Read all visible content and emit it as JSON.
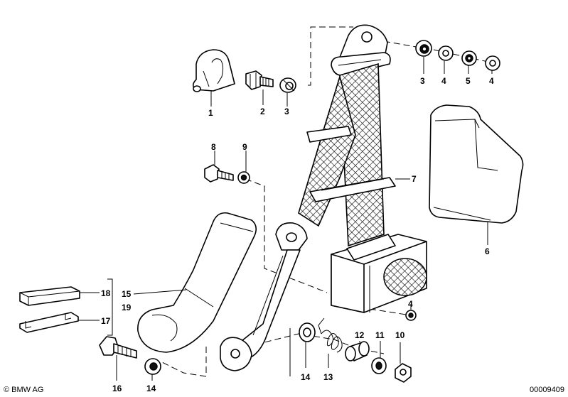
{
  "diagram": {
    "callouts": {
      "n1": "1",
      "n2": "2",
      "n3a": "3",
      "n3b": "3",
      "n4a": "4",
      "n5": "5",
      "n4b": "4",
      "n6": "6",
      "n7": "7",
      "n8": "8",
      "n9": "9",
      "n15": "15",
      "n18": "18",
      "n19": "19",
      "n17": "17",
      "n4c": "4",
      "n12": "12",
      "n11": "11",
      "n10": "10",
      "n14a": "14",
      "n13": "13",
      "n16": "16",
      "n14b": "14"
    },
    "footer_left": "© BMW AG",
    "footer_right": "00009409"
  }
}
